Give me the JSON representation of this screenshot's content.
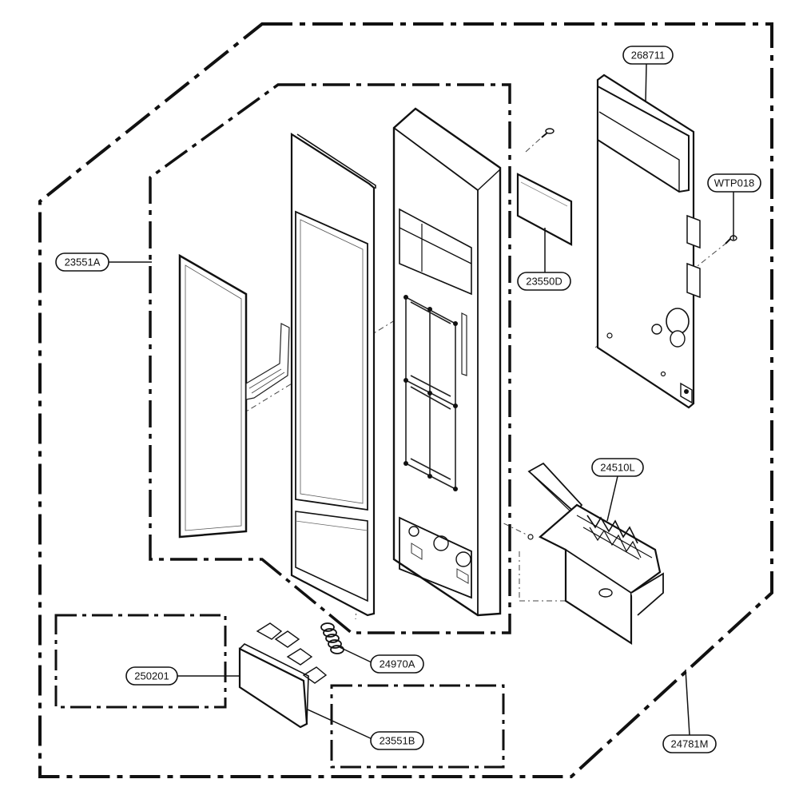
{
  "diagram": {
    "colors": {
      "line": "#111111",
      "light_line": "#333333",
      "background": "#ffffff",
      "pill_fill": "#ffffff"
    },
    "part_labels": {
      "p268711": "268711",
      "pWTP018": "WTP018",
      "p23551A": "23551A",
      "p23550D": "23550D",
      "p24510L": "24510L",
      "p250201": "250201",
      "p24970A": "24970A",
      "p23551B": "23551B",
      "p24781M": "24781M"
    }
  }
}
